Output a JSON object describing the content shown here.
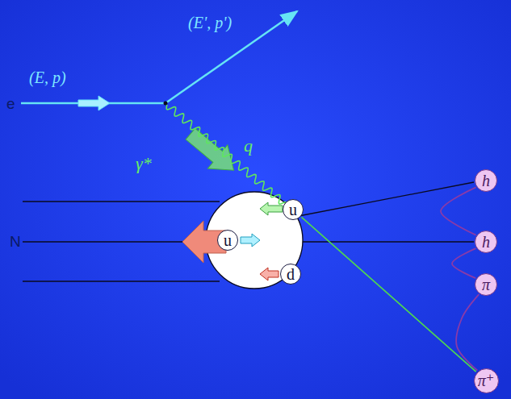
{
  "diagram": {
    "nodes": [
      {
        "text": [
          "u"
        ]
      },
      {
        "text": [
          "u"
        ]
      },
      {
        "text": [
          "d"
        ]
      },
      {
        "text": [
          "h"
        ]
      },
      {
        "text": [
          "h"
        ]
      },
      {
        "text": [
          "π"
        ]
      },
      {
        "text": [
          "π⁺"
        ]
      }
    ],
    "edges": [
      {
        "from": 0,
        "to": 6,
        "arrow": "none"
      },
      {
        "from": 3,
        "to": 4,
        "arrow": "none"
      },
      {
        "from": 4,
        "to": 5,
        "arrow": "none"
      },
      {
        "from": 5,
        "to": 6,
        "arrow": "none"
      }
    ],
    "labels": [
      "e",
      "(E, p)",
      "(E', p')",
      "γ*",
      "q",
      "N"
    ]
  }
}
